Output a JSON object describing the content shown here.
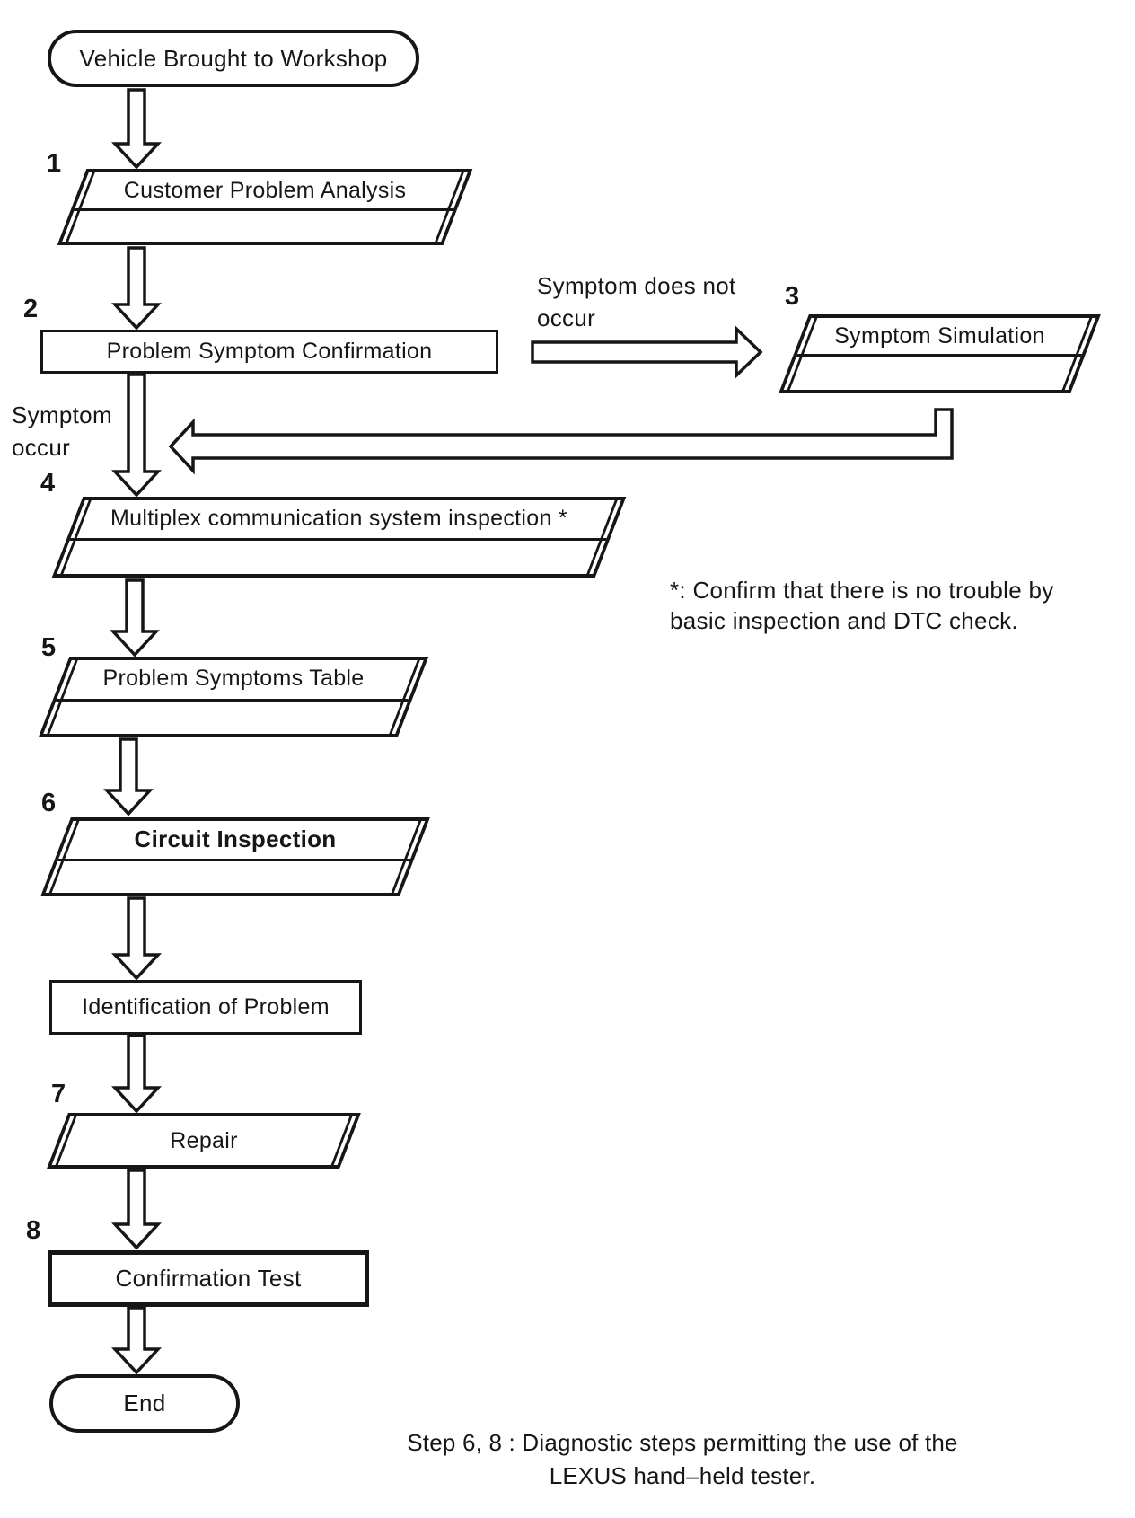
{
  "flowchart": {
    "start_label": "Vehicle Brought to Workshop",
    "end_label": "End",
    "steps": [
      {
        "num": "1",
        "label": "Customer Problem Analysis",
        "shape": "parallelogram"
      },
      {
        "num": "2",
        "label": "Problem Symptom Confirmation",
        "shape": "rectangle"
      },
      {
        "num": "3",
        "label": "Symptom Simulation",
        "shape": "parallelogram"
      },
      {
        "num": "4",
        "label": "Multiplex communication system inspection *",
        "shape": "parallelogram"
      },
      {
        "num": "5",
        "label": "Problem Symptoms Table",
        "shape": "parallelogram"
      },
      {
        "num": "6",
        "label": "Circuit Inspection",
        "shape": "parallelogram"
      },
      {
        "num": "7",
        "label": "Repair",
        "shape": "parallelogram"
      },
      {
        "num": "8",
        "label": "Confirmation Test",
        "shape": "rectangle"
      }
    ],
    "other_nodes": {
      "identification": "Identification of Problem"
    },
    "branch_labels": {
      "symptom_does_not_occur": [
        "Symptom does not",
        "occur"
      ],
      "symptom_occur": [
        "Symptom",
        "occur"
      ]
    },
    "note_lines": [
      "*: Confirm that there is no trouble by",
      "basic inspection and DTC check."
    ],
    "caption_lines": [
      "Step 6, 8 : Diagnostic steps permitting the use of the",
      "LEXUS hand–held tester."
    ]
  },
  "colors": {
    "ink": "#161616",
    "background": "#ffffff"
  }
}
